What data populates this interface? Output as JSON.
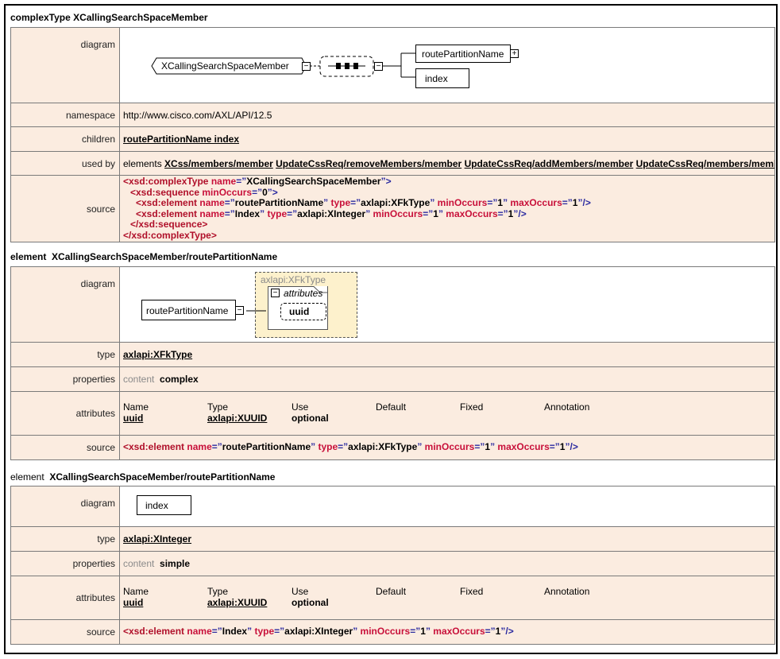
{
  "sec1": {
    "head_kind": "complexType",
    "head_name": "XCallingSearchSpaceMember",
    "labels": {
      "diagram": "diagram",
      "namespace": "namespace",
      "children": "children",
      "used_by": "used by",
      "source": "source"
    },
    "diagram": {
      "root": "XCallingSearchSpaceMember",
      "child1": "routePartitionName",
      "child2": "index"
    },
    "namespace": "http://www.cisco.com/AXL/API/12.5",
    "children": "routePartitionName index",
    "used_by": {
      "prefix": "elements",
      "items": [
        "XCss/members/member",
        "UpdateCssReq/removeMembers/member",
        "UpdateCssReq/addMembers/member",
        "UpdateCssReq/members/member"
      ]
    },
    "source": {
      "l1_tag": "<xsd:complexType",
      "l1_a1": "name",
      "l1_v1": "XCallingSearchSpaceMember",
      "l2_tag": "<xsd:sequence",
      "l2_a1": "minOccurs",
      "l2_v1": "0",
      "l3_tag": "<xsd:element",
      "l3_a1": "name",
      "l3_v1": "routePartitionName",
      "l3_a2": "type",
      "l3_v2": "axlapi:XFkType",
      "l3_a3": "minOccurs",
      "l3_v3": "1",
      "l3_a4": "maxOccurs",
      "l3_v4": "1",
      "l4_tag": "<xsd:element",
      "l4_a1": "name",
      "l4_v1": "Index",
      "l4_a2": "type",
      "l4_v2": "axlapi:XInteger",
      "l4_a3": "minOccurs",
      "l4_v3": "1",
      "l4_a4": "maxOccurs",
      "l4_v4": "1",
      "l5": "</xsd:sequence>",
      "l6": "</xsd:complexType>"
    }
  },
  "sec2": {
    "head_kind": "element",
    "head_name": "XCallingSearchSpaceMember/routePartitionName",
    "labels": {
      "diagram": "diagram",
      "type": "type",
      "properties": "properties",
      "attributes": "attributes",
      "source": "source"
    },
    "diagram": {
      "element": "routePartitionName",
      "type_label": "axlapi:XFkType",
      "attributes_label": "attributes",
      "attr": "uuid"
    },
    "type": "axlapi:XFkType",
    "properties": {
      "key": "content",
      "value": "complex"
    },
    "attributes": {
      "headers": [
        "Name",
        "Type",
        "Use",
        "Default",
        "Fixed",
        "Annotation"
      ],
      "row": {
        "name": "uuid",
        "type": "axlapi:XUUID",
        "use": "optional"
      }
    },
    "source": {
      "tag": "<xsd:element",
      "a1": "name",
      "v1": "routePartitionName",
      "a2": "type",
      "v2": "axlapi:XFkType",
      "a3": "minOccurs",
      "v3": "1",
      "a4": "maxOccurs",
      "v4": "1"
    }
  },
  "sec3": {
    "head_kind": "element",
    "head_name": "XCallingSearchSpaceMember/routePartitionName",
    "labels": {
      "diagram": "diagram",
      "type": "type",
      "properties": "properties",
      "attributes": "attributes",
      "source": "source"
    },
    "diagram": {
      "element": "index"
    },
    "type": "axlapi:XInteger",
    "properties": {
      "key": "content",
      "value": "simple"
    },
    "attributes": {
      "headers": [
        "Name",
        "Type",
        "Use",
        "Default",
        "Fixed",
        "Annotation"
      ],
      "row": {
        "name": "uuid",
        "type": "axlapi:XUUID",
        "use": "optional"
      }
    },
    "source": {
      "tag": "<xsd:element",
      "a1": "name",
      "v1": "Index",
      "a2": "type",
      "v2": "axlapi:XInteger",
      "a3": "minOccurs",
      "v3": "1",
      "a4": "maxOccurs",
      "v4": "1"
    }
  }
}
